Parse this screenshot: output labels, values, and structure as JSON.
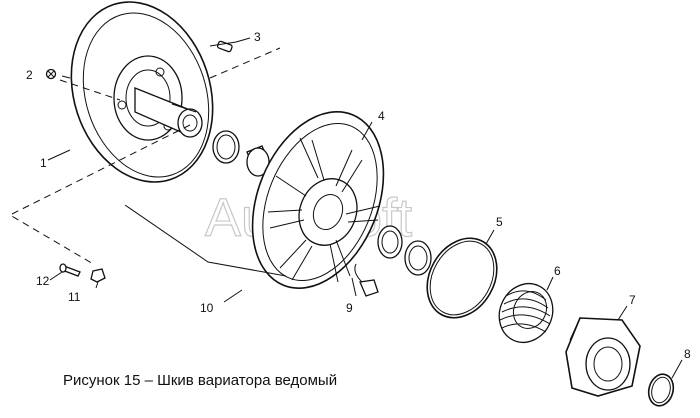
{
  "watermark": "AutoSoft",
  "caption": "Рисунок 15 – Шкив вариатора ведомый",
  "callouts": {
    "c1": "1",
    "c2": "2",
    "c3": "3",
    "c4": "4",
    "c5": "5",
    "c6": "6",
    "c7": "7",
    "c8": "8",
    "c9": "9",
    "c10": "10",
    "c11": "11",
    "c12": "12"
  }
}
